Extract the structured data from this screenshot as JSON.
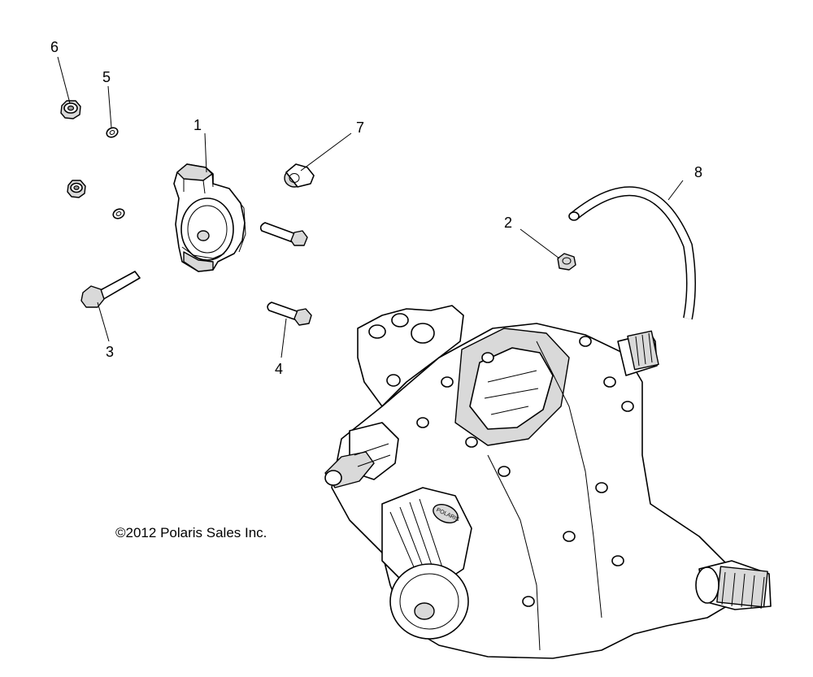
{
  "callouts": [
    {
      "id": "1",
      "label": "1"
    },
    {
      "id": "2",
      "label": "2"
    },
    {
      "id": "3",
      "label": "3"
    },
    {
      "id": "4",
      "label": "4"
    },
    {
      "id": "5",
      "label": "5"
    },
    {
      "id": "6",
      "label": "6"
    },
    {
      "id": "7",
      "label": "7"
    },
    {
      "id": "8",
      "label": "8"
    }
  ],
  "copyright": "©2012 Polaris Sales Inc.",
  "housing_stamp": "POLARIS"
}
